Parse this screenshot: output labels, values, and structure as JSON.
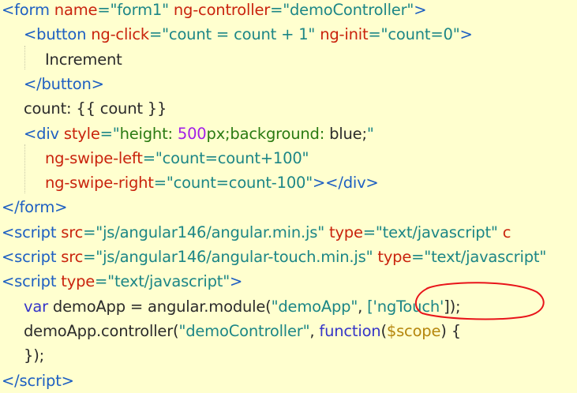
{
  "editor": {
    "background": "#ffffcf",
    "lines": [
      {
        "indent": 0,
        "tokens": [
          [
            "<form",
            "t"
          ],
          [
            " name",
            "a"
          ],
          [
            "=\"form1\"",
            "s"
          ],
          [
            " ng-controller",
            "a"
          ],
          [
            "=\"demoController\"",
            "s"
          ],
          [
            ">",
            "t"
          ]
        ]
      },
      {
        "indent": 1,
        "tokens": [
          [
            "<button",
            "t"
          ],
          [
            " ng-click",
            "a"
          ],
          [
            "=\"count = count + 1\"",
            "s"
          ],
          [
            " ng-init",
            "a"
          ],
          [
            "=\"count=0\"",
            "s"
          ],
          [
            ">",
            "t"
          ]
        ]
      },
      {
        "indent": 2,
        "tokens": [
          [
            "Increment",
            "p"
          ]
        ]
      },
      {
        "indent": 1,
        "tokens": [
          [
            "</button>",
            "t"
          ]
        ]
      },
      {
        "indent": 1,
        "tokens": [
          [
            "count: {{ count }}",
            "p"
          ]
        ]
      },
      {
        "indent": 1,
        "tokens": [
          [
            "<div",
            "t"
          ],
          [
            " style",
            "a"
          ],
          [
            "=\"",
            "s"
          ],
          [
            "height: ",
            "g"
          ],
          [
            "500",
            "n"
          ],
          [
            "px;background: ",
            "g"
          ],
          [
            "blue;",
            "p"
          ],
          [
            "\"",
            "s"
          ]
        ]
      },
      {
        "indent": 2,
        "tokens": [
          [
            "ng-swipe-left",
            "a"
          ],
          [
            "=\"count=count+100\"",
            "s"
          ]
        ]
      },
      {
        "indent": 2,
        "tokens": [
          [
            "ng-swipe-right",
            "a"
          ],
          [
            "=\"count=count-100\"",
            "s"
          ],
          [
            "></div>",
            "t"
          ]
        ]
      },
      {
        "indent": 0,
        "tokens": [
          [
            "</form>",
            "t"
          ]
        ]
      },
      {
        "indent": 0,
        "tokens": [
          [
            "<script",
            "t"
          ],
          [
            " src",
            "a"
          ],
          [
            "=\"js/angular146/angular.min.js\"",
            "s"
          ],
          [
            " type",
            "a"
          ],
          [
            "=\"text/javascript\"",
            "s"
          ],
          [
            " c",
            "a"
          ]
        ]
      },
      {
        "indent": 0,
        "tokens": [
          [
            "<script",
            "t"
          ],
          [
            " src",
            "a"
          ],
          [
            "=\"js/angular146/angular-touch.min.js\"",
            "s"
          ],
          [
            " type",
            "a"
          ],
          [
            "=\"text/javascript\"",
            "s"
          ]
        ]
      },
      {
        "indent": 0,
        "tokens": [
          [
            "<script",
            "t"
          ],
          [
            " type",
            "a"
          ],
          [
            "=\"text/javascript\"",
            "s"
          ],
          [
            ">",
            "t"
          ]
        ]
      },
      {
        "indent": 1,
        "tokens": [
          [
            "var",
            "k"
          ],
          [
            " demoApp = angular.module(",
            "p"
          ],
          [
            "\"demoApp\"",
            "s"
          ],
          [
            ", ",
            "p"
          ],
          [
            "['ngTouch'",
            "s"
          ],
          [
            "]);",
            "p"
          ]
        ]
      },
      {
        "indent": 1,
        "tokens": [
          [
            "demoApp.controller(",
            "p"
          ],
          [
            "\"demoController\"",
            "s"
          ],
          [
            ", ",
            "p"
          ],
          [
            "function",
            "k"
          ],
          [
            "(",
            "p"
          ],
          [
            "$scope",
            "v"
          ],
          [
            ") {",
            "p"
          ]
        ]
      },
      {
        "indent": 1,
        "tokens": [
          [
            "});",
            "p"
          ]
        ]
      },
      {
        "indent": 0,
        "tokens": [
          [
            "</script>",
            "t"
          ]
        ]
      }
    ],
    "annotation_color": "#e8141a"
  }
}
